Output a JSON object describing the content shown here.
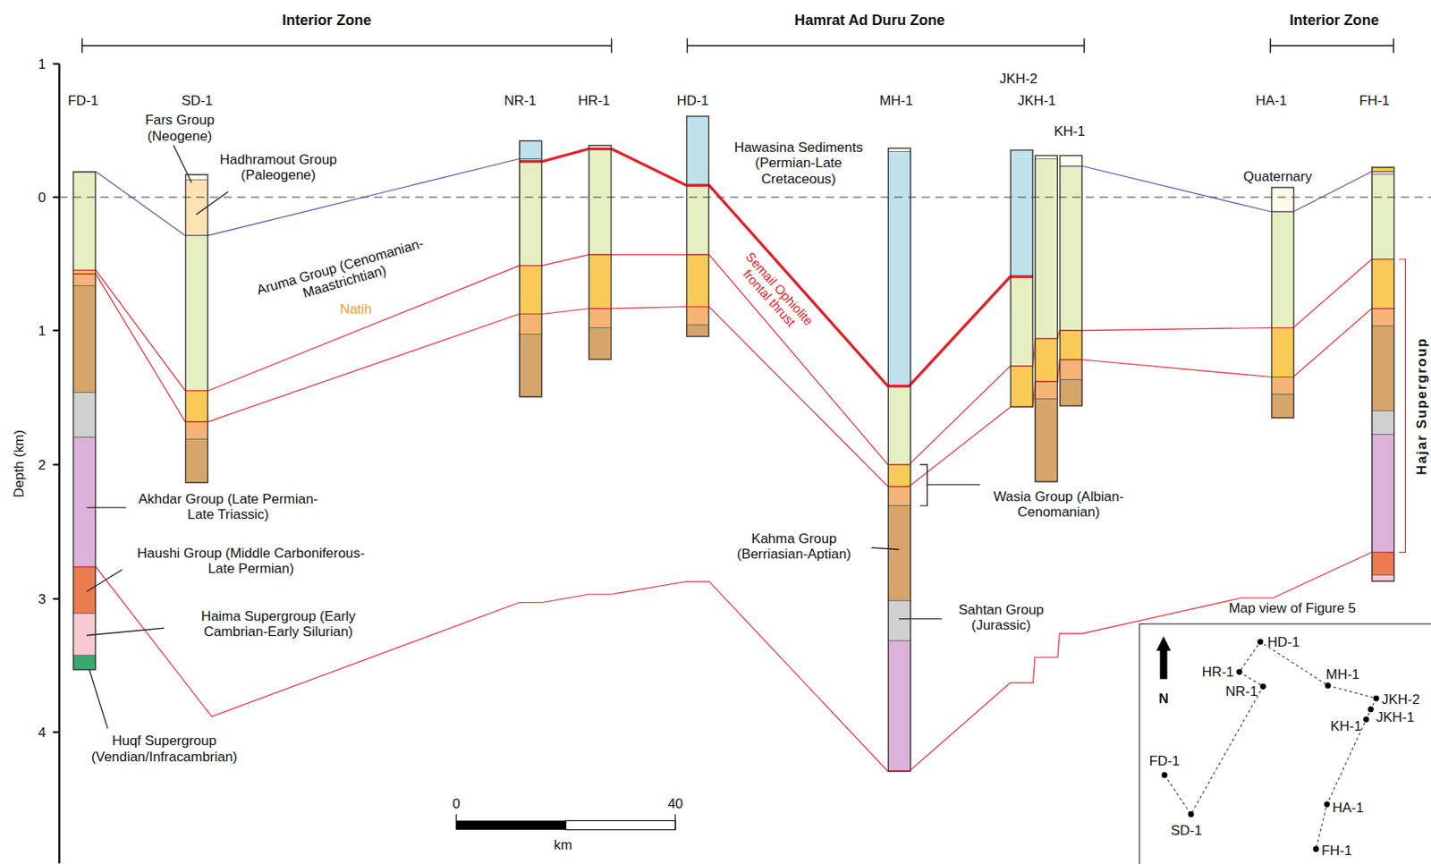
{
  "diagram": {
    "nodes": [
      {
        "text": [
          "FD-1"
        ]
      },
      {
        "text": [
          "SD-1"
        ]
      },
      {
        "text": [
          "NR-1"
        ]
      },
      {
        "text": [
          "HR-1"
        ]
      },
      {
        "text": [
          "HD-1"
        ]
      },
      {
        "text": [
          "MH-1"
        ]
      },
      {
        "text": [
          "JKH-2"
        ]
      },
      {
        "text": [
          "JKH-1"
        ]
      },
      {
        "text": [
          "KH-1"
        ]
      },
      {
        "text": [
          "HA-1"
        ]
      },
      {
        "text": [
          "FH-1"
        ]
      },
      {
        "text": [
          "Map view of Figure 5"
        ]
      }
    ],
    "labels": [
      "Interior Zone",
      "Hamrat Ad Duru Zone",
      "Interior Zone",
      "1",
      "0",
      "1",
      "2",
      "3",
      "4",
      "Depth (km)",
      "Fars Group (Neogene)",
      "Hadhramout Group (Paleogene)",
      "Aruma Group (Cenomanian-Maastrichtian)",
      "Natih",
      "Semail Ophiolite frontal thrust",
      "Hawasina Sediments (Permian-Late Cretaceous)",
      "Quaternary",
      "Wasia Group (Albian-Cenomanian)",
      "Kahma Group (Berriasian-Aptian)",
      "Sahtan Group (Jurassic)",
      "Akhdar Group (Late Permian-Late Triassic)",
      "Haushi Group (Middle Carboniferous-Late Permian)",
      "Haima Supergroup (Early Cambrian-Early Silurian)",
      "Huqf Supergroup (Vendian/Infracambrian)",
      "Hajar Supergroup",
      "0",
      "40",
      "km",
      "N",
      "HD-1",
      "HR-1",
      "NR-1",
      "MH-1",
      "JKH-2",
      "JKH-1",
      "KH-1",
      "FD-1",
      "SD-1",
      "HA-1",
      "FH-1"
    ]
  }
}
